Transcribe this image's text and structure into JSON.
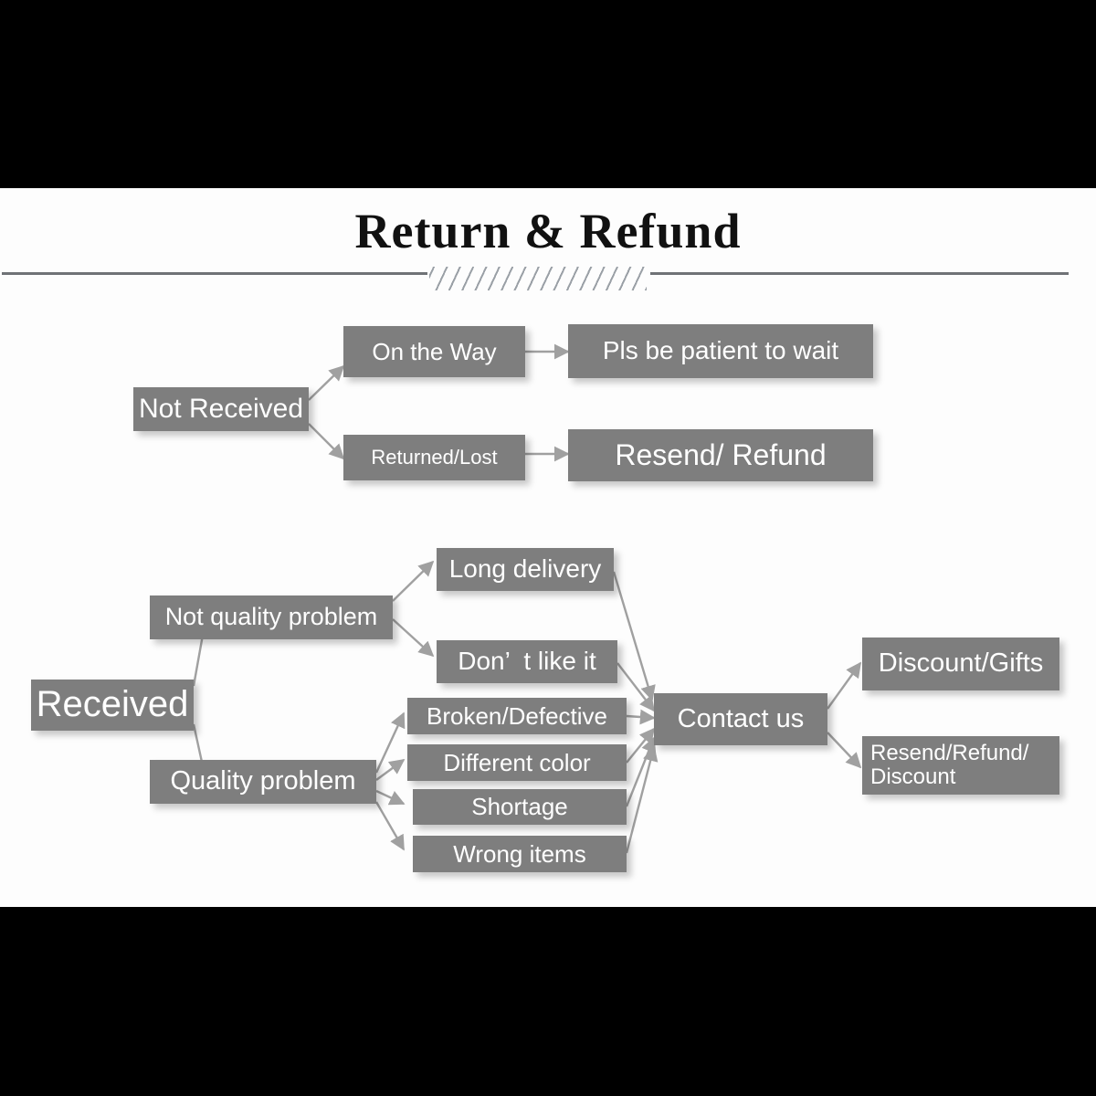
{
  "slide": {
    "title": "Return & Refund",
    "background_color": "#fdfdfd",
    "letterbox_color": "#000000",
    "node_fill": "#7e7e7e",
    "node_text_color": "#ffffff",
    "rule_color": "#6f7276",
    "connector_color": "#9a9a9a"
  },
  "flow_top": {
    "root": {
      "label": "Not Received",
      "font_size": 30
    },
    "branches": [
      {
        "stage": {
          "label": "On the Way",
          "font_size": 26
        },
        "outcome": {
          "label": "Pls be patient to wait",
          "font_size": 28
        }
      },
      {
        "stage": {
          "label": "Returned/Lost",
          "font_size": 22
        },
        "outcome": {
          "label": "Resend/ Refund",
          "font_size": 32
        }
      }
    ]
  },
  "flow_bottom": {
    "root": {
      "label": "Received",
      "font_size": 40
    },
    "categories": [
      {
        "label": "Not quality problem",
        "font_size": 27
      },
      {
        "label": "Quality problem",
        "font_size": 29
      }
    ],
    "reasons": [
      {
        "label": "Long delivery",
        "font_size": 28,
        "category": "Not quality problem"
      },
      {
        "label": "Don’  t like it",
        "font_size": 28,
        "category": "Not quality problem"
      },
      {
        "label": "Broken/Defective",
        "font_size": 26,
        "category": "Quality problem"
      },
      {
        "label": "Different color",
        "font_size": 26,
        "category": "Quality problem"
      },
      {
        "label": "Shortage",
        "font_size": 26,
        "category": "Quality problem"
      },
      {
        "label": "Wrong items",
        "font_size": 26,
        "category": "Quality problem"
      }
    ],
    "hub": {
      "label": "Contact us",
      "font_size": 29
    },
    "resolutions": [
      {
        "label": "Discount/Gifts",
        "font_size": 29
      },
      {
        "label": "Resend/Refund/\nDiscount",
        "font_size": 24
      }
    ]
  }
}
